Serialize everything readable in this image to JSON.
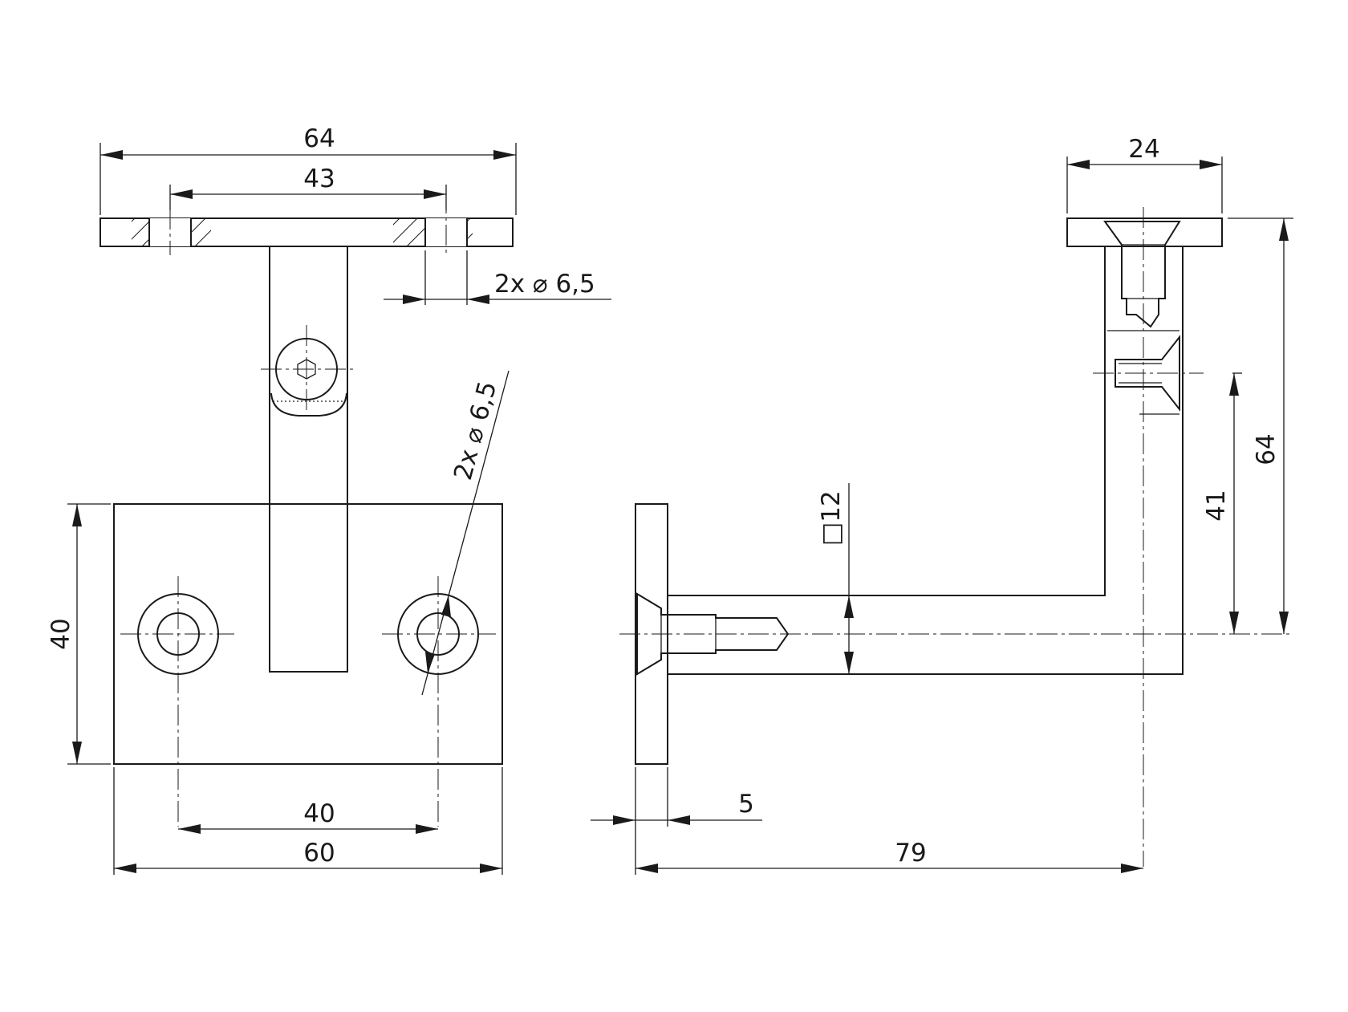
{
  "front_view": {
    "top_plate_width": "64",
    "hole_spacing_top": "43",
    "top_holes_label": "2x ⌀ 6,5",
    "base_height": "40",
    "base_hole_spacing": "40",
    "base_width": "60",
    "base_holes_label": "2x ⌀ 6,5"
  },
  "side_view": {
    "saddle_width": "24",
    "total_height": "64",
    "pin_height": "41",
    "bar_section_label": "□12",
    "wall_plate_thickness": "5",
    "projection": "79"
  }
}
